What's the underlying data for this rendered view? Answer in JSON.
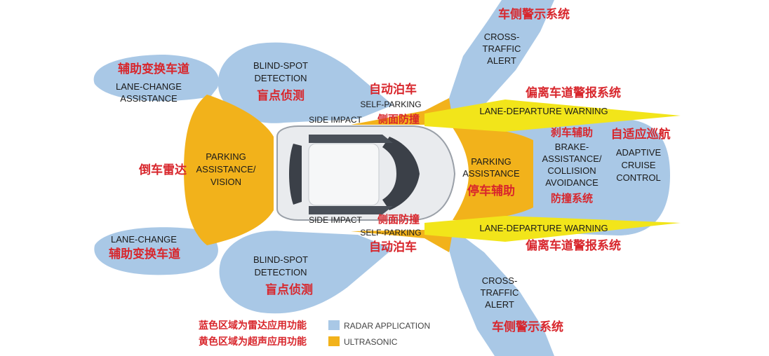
{
  "colors": {
    "radar": "#a9c8e6",
    "ultrasonic": "#f2b21b",
    "lane": "#f2e51a",
    "car_body": "#e9ebee",
    "label_zh": "#d8262c"
  },
  "labels": {
    "cross_traffic_top_zh": "车侧警示系统",
    "cross_traffic_top_en": [
      "CROSS-",
      "TRAFFIC",
      "ALERT"
    ],
    "blind_spot_top_en": [
      "BLIND-SPOT",
      "DETECTION"
    ],
    "blind_spot_top_zh": "盲点侦测",
    "lane_change_top_zh": "辅助变换车道",
    "lane_change_top_en": [
      "LANE-CHANGE",
      "ASSISTANCE"
    ],
    "self_parking_top_zh": "自动泊车",
    "self_parking_top_en": "SELF-PARKING",
    "side_impact_top_en": "SIDE IMPACT",
    "side_impact_top_zh": "侧面防撞",
    "lane_departure_top_zh": "偏离车道警报系统",
    "lane_departure_top_en": "LANE-DEPARTURE WARNING",
    "parking_rear_en": [
      "PARKING",
      "ASSISTANCE/",
      "VISION"
    ],
    "parking_rear_zh": "倒车雷达",
    "parking_front_en": [
      "PARKING",
      "ASSISTANCE"
    ],
    "parking_front_zh": "停车辅助",
    "brake_zh": "刹车辅助",
    "brake_en": [
      "BRAKE-",
      "ASSISTANCE/",
      "COLLISION",
      "AVOIDANCE"
    ],
    "brake_zh2": "防撞系统",
    "acc_zh": "自适应巡航",
    "acc_en": [
      "ADAPTIVE",
      "CRUISE",
      "CONTROL"
    ],
    "side_impact_bottom_en": "SIDE IMPACT",
    "side_impact_bottom_zh": "侧面防撞",
    "self_parking_bottom_en": "SELF-PARKING",
    "self_parking_bottom_zh": "自动泊车",
    "lane_departure_bottom_en": "LANE-DEPARTURE WARNING",
    "lane_departure_bottom_zh": "偏离车道警报系统",
    "lane_change_bottom_en": "LANE-CHANGE",
    "lane_change_bottom_zh": "辅助变换车道",
    "blind_spot_bottom_en": [
      "BLIND-SPOT",
      "DETECTION"
    ],
    "blind_spot_bottom_zh": "盲点侦测",
    "cross_traffic_bottom_en": [
      "CROSS-",
      "TRAFFIC",
      "ALERT"
    ],
    "cross_traffic_bottom_zh": "车侧警示系统"
  },
  "legend": {
    "radar_zh": "蓝色区域为雷达应用功能",
    "radar_en": "RADAR APPLICATION",
    "ultrasonic_zh": "黄色区域为超声应用功能",
    "ultrasonic_en": "ULTRASONIC"
  }
}
